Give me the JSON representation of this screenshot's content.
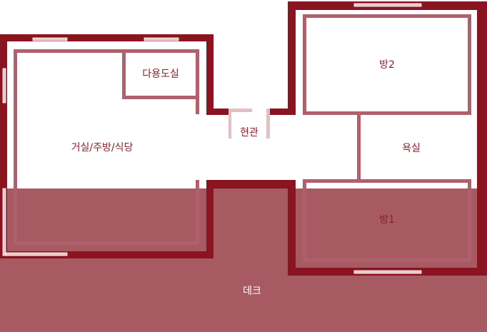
{
  "rooms": {
    "living": "거실/주방/식당",
    "utility": "다용도실",
    "entrance": "현관",
    "room2": "방2",
    "bathroom": "욕실",
    "room1": "방1",
    "deck": "데크"
  },
  "colors": {
    "wall": "#8a1520",
    "partition": "#b0606c",
    "deck": "#a85a63",
    "window": "#e9c6cb",
    "label": "#8a1f2e"
  }
}
